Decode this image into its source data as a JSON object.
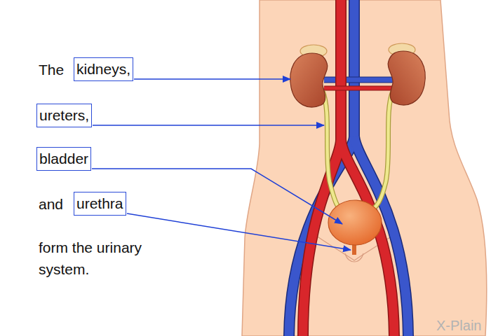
{
  "diagram": {
    "nodes": [
      {
        "text": [
          "kidneys,"
        ]
      },
      {
        "text": [
          "ureters,"
        ]
      },
      {
        "text": [
          "bladder"
        ]
      },
      {
        "text": [
          "urethra"
        ]
      }
    ],
    "labels": [
      "The",
      "and",
      "form the urinary system.",
      "X-Plain"
    ]
  }
}
